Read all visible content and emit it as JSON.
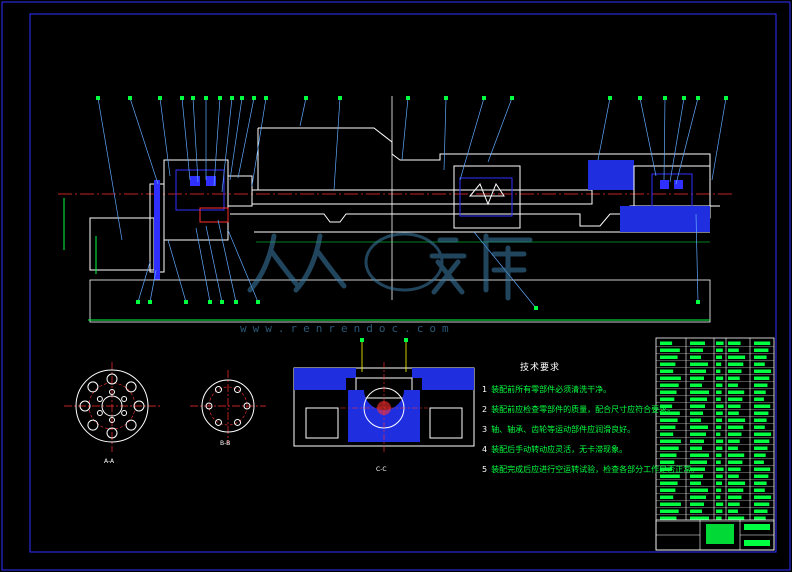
{
  "drawing": {
    "tech_requirements": {
      "title": "技术要求",
      "items": [
        {
          "num": "1",
          "text": "装配前所有零部件必须清洗干净。"
        },
        {
          "num": "2",
          "text": "装配前应检查零部件的质量，配合尺寸应符合要求。"
        },
        {
          "num": "3",
          "text": "轴、轴承、齿轮等运动部件应润滑良好。"
        },
        {
          "num": "4",
          "text": "装配后手动转动应灵活，无卡滞现象。"
        },
        {
          "num": "5",
          "text": "装配完成后应进行空运转试验，检查各部分工作是否正常。"
        }
      ]
    },
    "view_labels": {
      "a": "A-A",
      "b": "B-B",
      "c": "C-C"
    },
    "watermark": {
      "text": "www.renrendoc.com",
      "logo_name": "人人文库"
    },
    "colors": {
      "background": "#000000",
      "border": "#2f2fff",
      "outline": "#ffffff",
      "part": "#2f2fff",
      "dimension": "#00ff40",
      "leader": "#5fa8ff",
      "centerline": "#ff3030",
      "fill": "#1f2fe0"
    }
  }
}
